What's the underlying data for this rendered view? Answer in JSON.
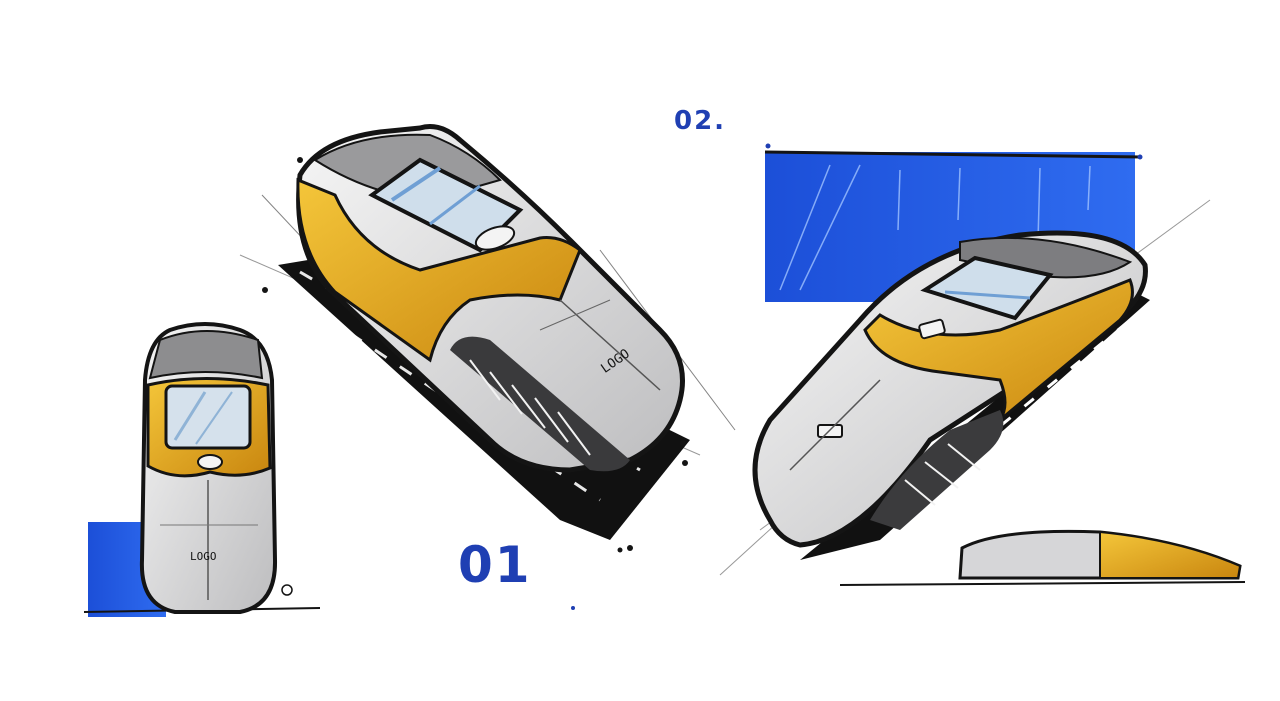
{
  "labels": {
    "design_01": "01",
    "design_02": "02."
  },
  "phone_logo_text": "LOGO",
  "colors": {
    "background": "#ffffff",
    "body_yellow": "#e8a91a",
    "marker_blue": "#1f56e0",
    "ink": "#141414",
    "screen_glass": "#c9d9e8",
    "body_gray": "#e9e9ea",
    "label_blue": "#1f3fb3"
  },
  "icons": [
    "logo-emblem-icon"
  ]
}
